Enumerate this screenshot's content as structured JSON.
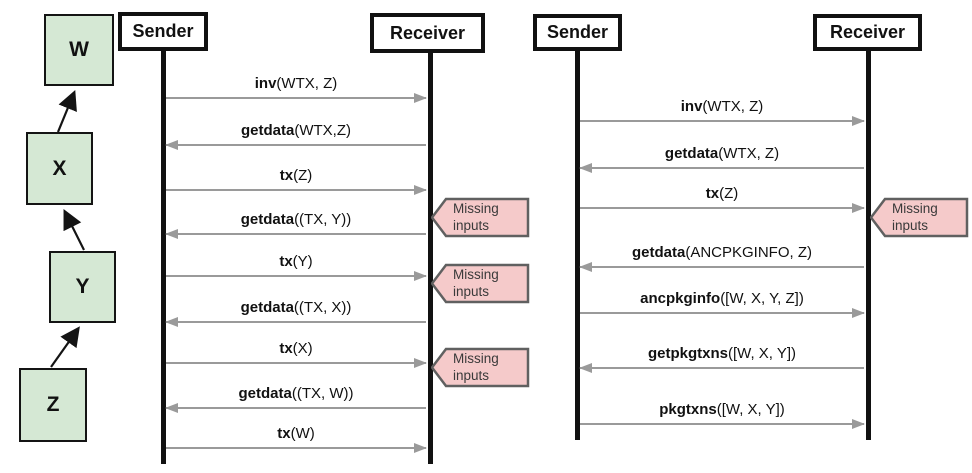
{
  "colors": {
    "node_fill": "#d5e8d4",
    "node_border": "#141414",
    "tag_fill": "#f5caca",
    "tag_border": "#606060",
    "arrow_gray": "#9a9a9a",
    "line_black": "#111111"
  },
  "graph": {
    "nodes": [
      {
        "label": "W"
      },
      {
        "label": "X"
      },
      {
        "label": "Y"
      },
      {
        "label": "Z"
      }
    ]
  },
  "diagrams": [
    {
      "sender": "Sender",
      "receiver": "Receiver",
      "messages": [
        {
          "fn": "inv",
          "args": "(WTX, Z)",
          "dir": "right"
        },
        {
          "fn": "getdata",
          "args": "(WTX,Z)",
          "dir": "left"
        },
        {
          "fn": "tx",
          "args": "(Z)",
          "dir": "right"
        },
        {
          "fn": "getdata",
          "args": "((TX, Y))",
          "dir": "left"
        },
        {
          "fn": "tx",
          "args": "(Y)",
          "dir": "right"
        },
        {
          "fn": "getdata",
          "args": "((TX, X))",
          "dir": "left"
        },
        {
          "fn": "tx",
          "args": "(X)",
          "dir": "right"
        },
        {
          "fn": "getdata",
          "args": "((TX, W))",
          "dir": "left"
        },
        {
          "fn": "tx",
          "args": "(W)",
          "dir": "right"
        }
      ],
      "tags": [
        {
          "label": "Missing inputs"
        },
        {
          "label": "Missing inputs"
        },
        {
          "label": "Missing inputs"
        }
      ]
    },
    {
      "sender": "Sender",
      "receiver": "Receiver",
      "messages": [
        {
          "fn": "inv",
          "args": "(WTX, Z)",
          "dir": "right"
        },
        {
          "fn": "getdata",
          "args": "(WTX, Z)",
          "dir": "left"
        },
        {
          "fn": "tx",
          "args": "(Z)",
          "dir": "right"
        },
        {
          "fn": "getdata",
          "args": "(ANCPKGINFO, Z)",
          "dir": "left"
        },
        {
          "fn": "ancpkginfo",
          "args": "([W, X, Y, Z])",
          "dir": "right"
        },
        {
          "fn": "getpkgtxns",
          "args": "([W, X, Y])",
          "dir": "left"
        },
        {
          "fn": "pkgtxns",
          "args": "([W, X, Y])",
          "dir": "right"
        }
      ],
      "tags": [
        {
          "label": "Missing inputs"
        }
      ]
    }
  ]
}
